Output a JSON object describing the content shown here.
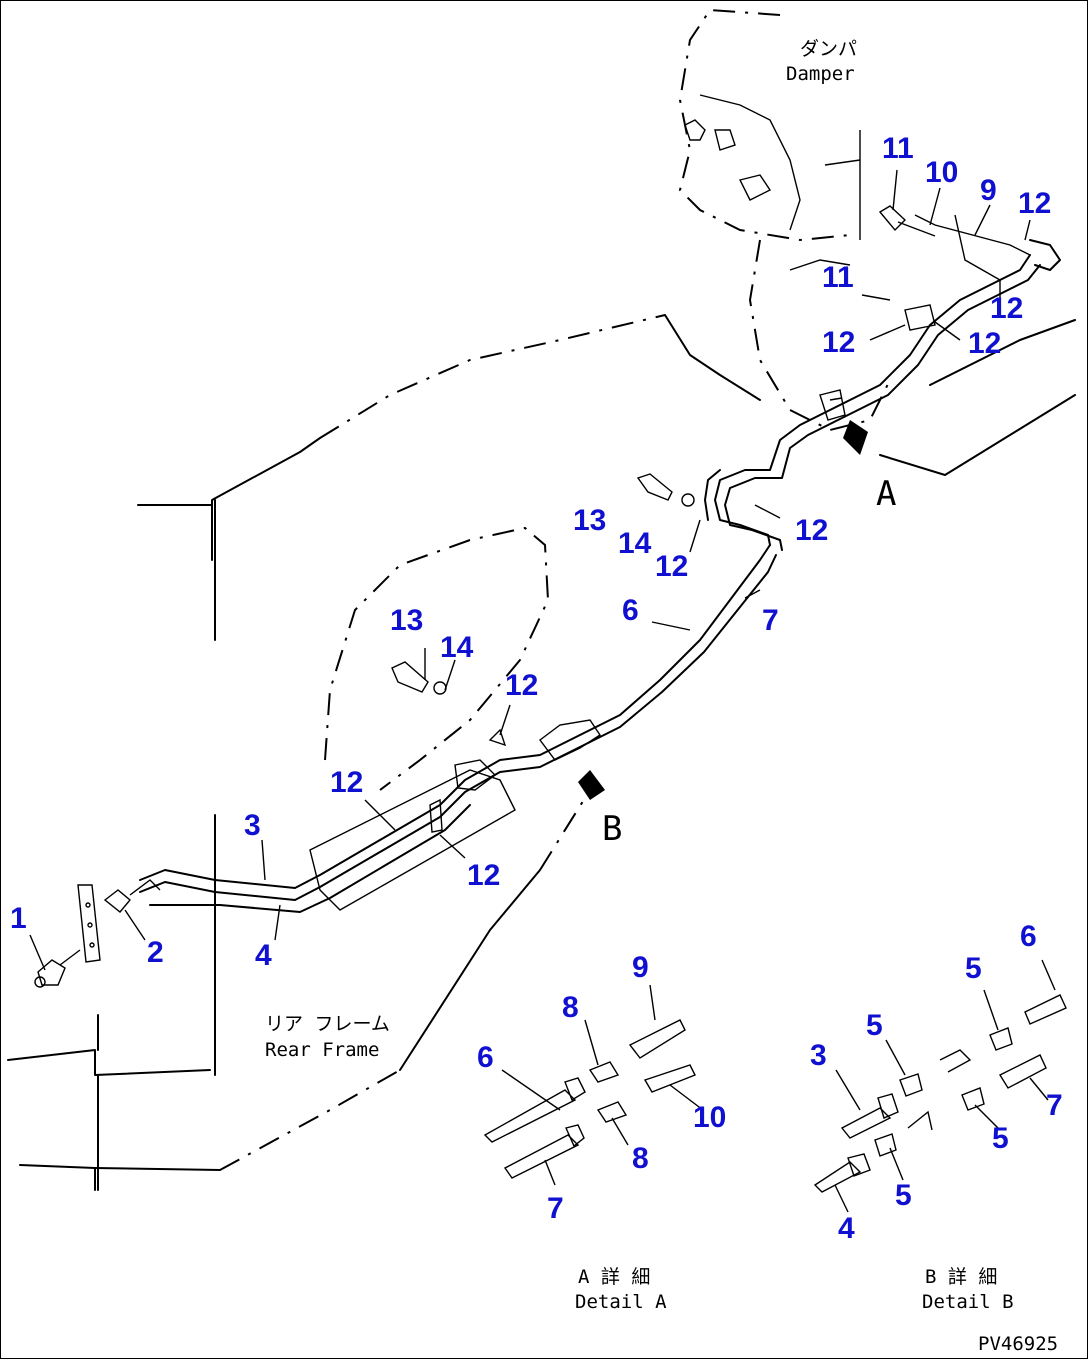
{
  "labels": {
    "damper_jp": "ダンパ",
    "damper_en": "Damper",
    "rear_frame_jp": "リア フレーム",
    "rear_frame_en": "Rear Frame",
    "view_a": "A",
    "view_b": "B",
    "detail_a_jp": "A 詳 細",
    "detail_a_en": "Detail A",
    "detail_b_jp": "B 詳 細",
    "detail_b_en": "Detail B",
    "drawing_code": "PV46925"
  },
  "callouts": [
    {
      "text": "11"
    },
    {
      "text": "10"
    },
    {
      "text": "9"
    },
    {
      "text": "12"
    },
    {
      "text": "11"
    },
    {
      "text": "12"
    },
    {
      "text": "12"
    },
    {
      "text": "12"
    },
    {
      "text": "13"
    },
    {
      "text": "14"
    },
    {
      "text": "12"
    },
    {
      "text": "12"
    },
    {
      "text": "6"
    },
    {
      "text": "7"
    },
    {
      "text": "13"
    },
    {
      "text": "14"
    },
    {
      "text": "12"
    },
    {
      "text": "12"
    },
    {
      "text": "3"
    },
    {
      "text": "12"
    },
    {
      "text": "1"
    },
    {
      "text": "2"
    },
    {
      "text": "4"
    },
    {
      "text": "9"
    },
    {
      "text": "8"
    },
    {
      "text": "6"
    },
    {
      "text": "10"
    },
    {
      "text": "8"
    },
    {
      "text": "7"
    },
    {
      "text": "6"
    },
    {
      "text": "5"
    },
    {
      "text": "5"
    },
    {
      "text": "3"
    },
    {
      "text": "7"
    },
    {
      "text": "5"
    },
    {
      "text": "5"
    },
    {
      "text": "4"
    }
  ],
  "colors": {
    "callout": "#1010d0",
    "line": "#000000",
    "background": "#ffffff"
  }
}
